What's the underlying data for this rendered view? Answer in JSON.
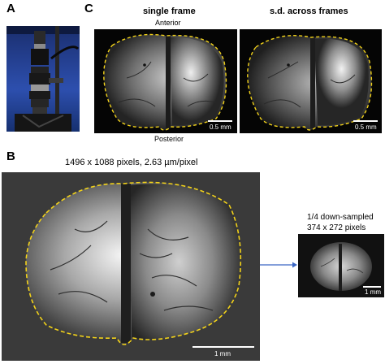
{
  "panels": {
    "a": {
      "letter": "A"
    },
    "b": {
      "letter": "B",
      "caption": "1496 x 1088 pixels, 2.63 µm/pixel",
      "scale": "1 mm",
      "downsample_title": "1/4 down-sampled",
      "downsample_pixels": "374 x 272 pixels",
      "downsample_scale": "1 mm"
    },
    "c": {
      "letter": "C",
      "left_title": "single frame",
      "right_title": "s.d. across frames",
      "anterior": "Anterior",
      "posterior": "Posterior",
      "left_scale": "0.5 mm",
      "right_scale": "0.5 mm"
    }
  },
  "colors": {
    "outline": "#f2d21a",
    "arrow": "#3a66c4"
  }
}
